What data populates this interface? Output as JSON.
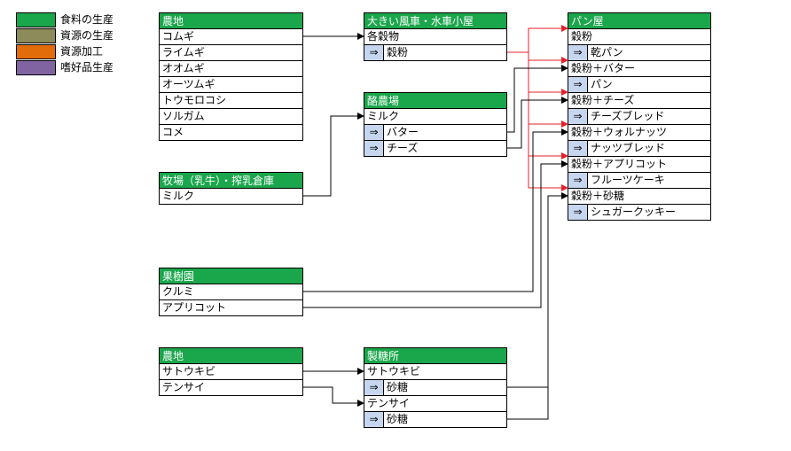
{
  "colors": {
    "food": "#1aa64b",
    "resource": "#8d8b5a",
    "processing": "#e36c0a",
    "luxury": "#8064a2",
    "arrow_in": "#c5d6ee",
    "red_line": "#e3222a"
  },
  "legend": [
    {
      "label": "食料の生産",
      "color": "#1aa64b"
    },
    {
      "label": "資源の生産",
      "color": "#8d8b5a"
    },
    {
      "label": "資源加工",
      "color": "#e36c0a"
    },
    {
      "label": "嗜好品生産",
      "color": "#8064a2"
    }
  ],
  "arrow_symbol": "⇒",
  "nodes": {
    "farm1": {
      "title": "農地",
      "rows": [
        {
          "text": "コムギ"
        },
        {
          "text": "ライムギ"
        },
        {
          "text": "オオムギ"
        },
        {
          "text": "オーツムギ"
        },
        {
          "text": "トウモロコシ"
        },
        {
          "text": "ソルガム"
        },
        {
          "text": "コメ"
        }
      ]
    },
    "ranch": {
      "title": "牧場（乳牛）・搾乳倉庫",
      "rows": [
        {
          "text": "ミルク"
        }
      ]
    },
    "orchard": {
      "title": "果樹園",
      "rows": [
        {
          "text": "クルミ"
        },
        {
          "text": "アプリコット"
        }
      ]
    },
    "farm2": {
      "title": "農地",
      "rows": [
        {
          "text": "サトウキビ"
        },
        {
          "text": "テンサイ"
        }
      ]
    },
    "windmill": {
      "title": "大きい風車・水車小屋",
      "rows": [
        {
          "text": "各穀物"
        },
        {
          "text": "穀粉",
          "out": true
        }
      ]
    },
    "dairy": {
      "title": "酪農場",
      "rows": [
        {
          "text": "ミルク"
        },
        {
          "text": "バター",
          "out": true
        },
        {
          "text": "チーズ",
          "out": true
        }
      ]
    },
    "sugar": {
      "title": "製糖所",
      "rows": [
        {
          "text": "サトウキビ"
        },
        {
          "text": "砂糖",
          "out": true
        },
        {
          "text": "テンサイ"
        },
        {
          "text": "砂糖",
          "out": true
        }
      ]
    },
    "bakery": {
      "title": "パン屋",
      "rows": [
        {
          "text": "穀粉"
        },
        {
          "text": "乾パン",
          "out": true
        },
        {
          "text": "穀粉＋バター"
        },
        {
          "text": "パン",
          "out": true
        },
        {
          "text": "穀粉＋チーズ"
        },
        {
          "text": "チーズブレッド",
          "out": true
        },
        {
          "text": "穀粉＋ウォルナッツ"
        },
        {
          "text": "ナッツブレッド",
          "out": true
        },
        {
          "text": "穀粉＋アプリコット"
        },
        {
          "text": "フルーツケーキ",
          "out": true
        },
        {
          "text": "穀粉＋砂糖"
        },
        {
          "text": "シュガークッキー",
          "out": true
        }
      ]
    }
  }
}
